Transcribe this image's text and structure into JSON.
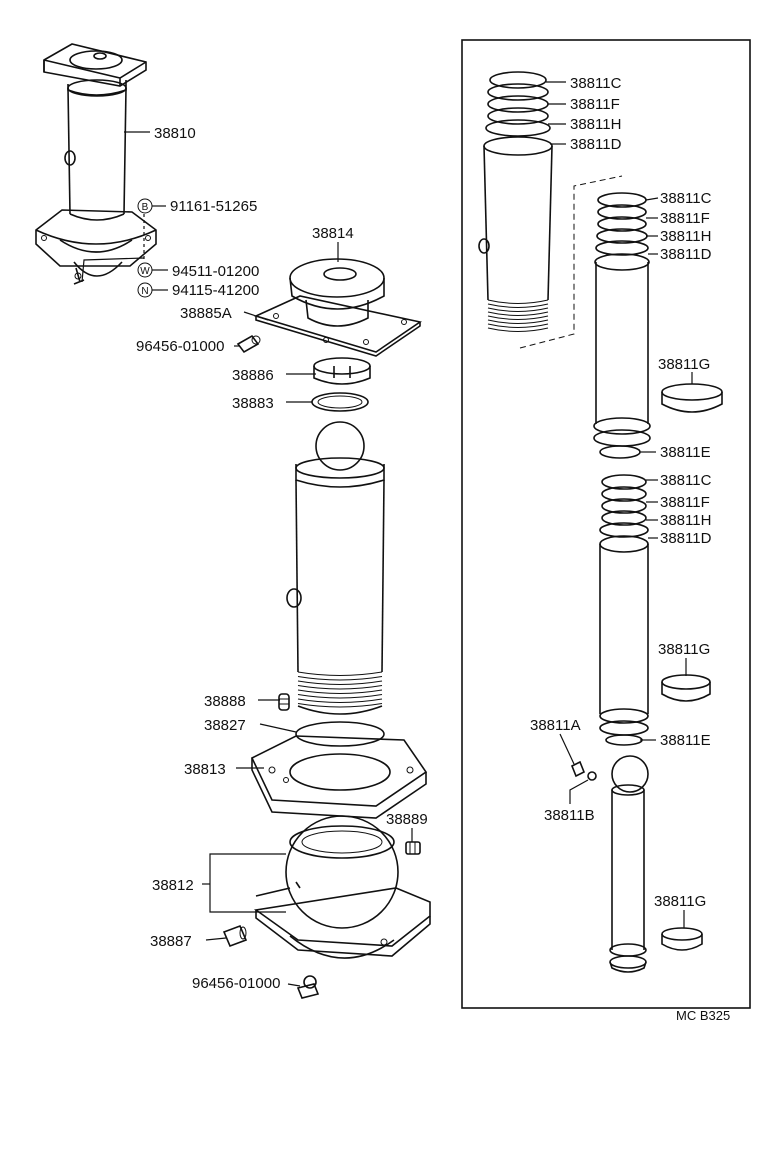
{
  "diagram": {
    "footer_code": "MC B325",
    "callouts": {
      "p38810": "38810",
      "p91161": "91161-51265",
      "p94511": "94511-01200",
      "p94115": "94115-41200",
      "p38814": "38814",
      "p38885A": "38885A",
      "p96456a": "96456-01000",
      "p38886": "38886",
      "p38883": "38883",
      "p38888": "38888",
      "p38827": "38827",
      "p38813": "38813",
      "p38889": "38889",
      "p38812": "38812",
      "p38887": "38887",
      "p96456b": "96456-01000",
      "r1_C": "38811C",
      "r1_F": "38811F",
      "r1_H": "38811H",
      "r1_D": "38811D",
      "r2_C": "38811C",
      "r2_F": "38811F",
      "r2_H": "38811H",
      "r2_D": "38811D",
      "r2_G": "38811G",
      "r2_E": "38811E",
      "r3_C": "38811C",
      "r3_F": "38811F",
      "r3_H": "38811H",
      "r3_D": "38811D",
      "r3_G": "38811G",
      "r3_E": "38811E",
      "r_A": "38811A",
      "r_B": "38811B",
      "r4_G": "38811G"
    },
    "circle_marks": {
      "b": "B",
      "w": "W",
      "n": "N"
    }
  }
}
